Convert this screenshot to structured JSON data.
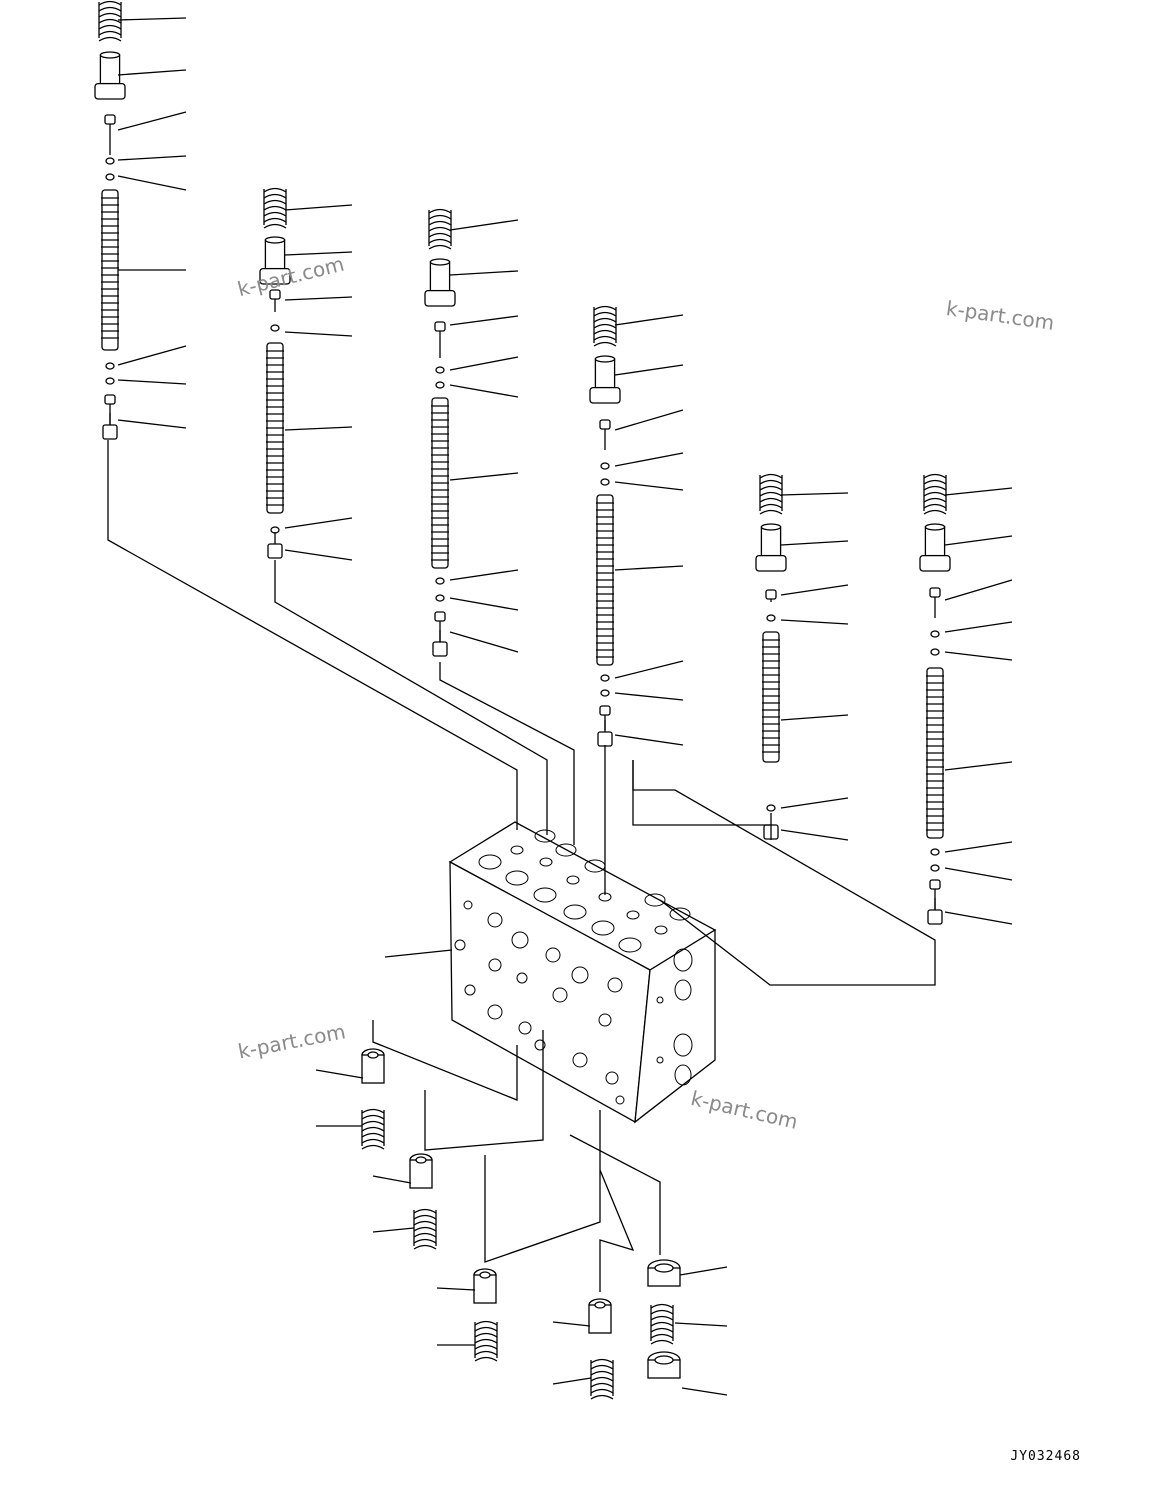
{
  "watermarks": [
    "k-part.com",
    "k-part.com",
    "k-part.com",
    "k-part.com"
  ],
  "drawing_code": "JY032468",
  "colors": {
    "ink": "#000000",
    "watermark": "#8a8a8a",
    "paper": "#ffffff"
  }
}
